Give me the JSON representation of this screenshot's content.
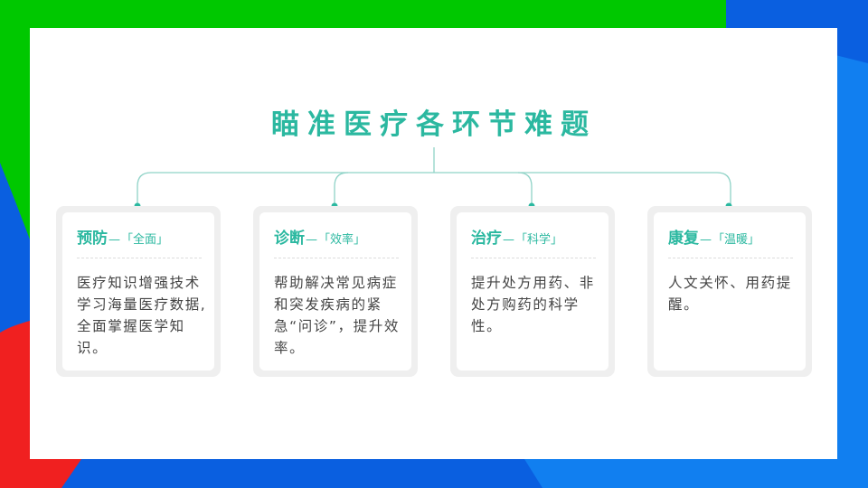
{
  "colors": {
    "accent": "#2bb8a0",
    "bg_green": "#00c800",
    "bg_blue_dark": "#0a5fe0",
    "bg_blue_light": "#117ff0",
    "bg_red": "#f02020",
    "panel": "#ffffff",
    "card_frame": "#efefef",
    "body_text": "#444444"
  },
  "slide": {
    "title": "瞄准医疗各环节难题",
    "cards": [
      {
        "name": "预防",
        "dash": "—",
        "tag": "「全面」",
        "body": "医疗知识增强技术学习海量医疗数据,全面掌握医学知识。"
      },
      {
        "name": "诊断",
        "dash": "—",
        "tag": "「效率」",
        "body": "帮助解决常见病症和突发疾病的紧急“问诊”，提升效率。"
      },
      {
        "name": "治疗",
        "dash": "—",
        "tag": "「科学」",
        "body": "提升处方用药、非处方购药的科学性。"
      },
      {
        "name": "康复",
        "dash": "—",
        "tag": "「温暖」",
        "body": "人文关怀、用药提醒。"
      }
    ]
  }
}
